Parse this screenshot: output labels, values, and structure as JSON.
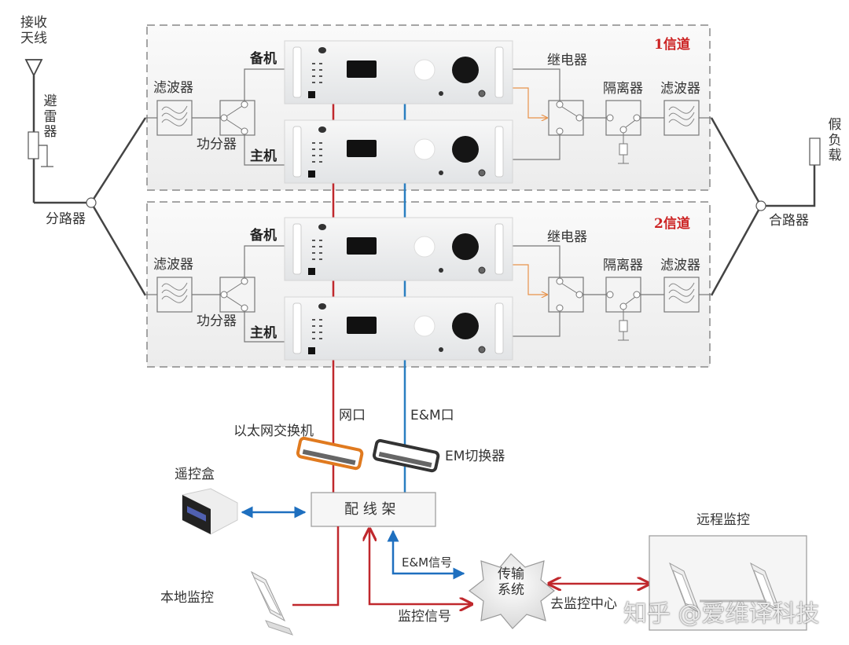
{
  "labels": {
    "receive_antenna": "接收天线",
    "lightning_arrester": "避雷器",
    "splitter": "分路器",
    "combiner": "合路器",
    "dummy_load": "假负载",
    "filter": "滤波器",
    "power_divider": "功分器",
    "backup_unit": "备机",
    "main_unit": "主机",
    "relay": "继电器",
    "isolator": "隔离器",
    "channel_1": "1信道",
    "channel_2": "2信道",
    "network_port": "网口",
    "em_port": "E&M口",
    "ethernet_switch": "以太网交换机",
    "em_switch": "EM切换器",
    "remote_box": "遥控盒",
    "distribution_frame": "配 线 架",
    "local_monitor": "本地监控",
    "em_signal": "E&M信号",
    "monitor_signal": "监控信号",
    "transmission_system": "传输系统",
    "to_monitor_center": "去监控中心",
    "remote_monitor": "远程监控",
    "watermark": "知乎 @爱维译科技"
  },
  "colors": {
    "network_line": "#c0282d",
    "em_line": "#2a7fc1",
    "channel_label": "#cc2222",
    "relay_control": "#e8924a",
    "switch_border_orange": "#e07a1f",
    "switch_border_dark": "#333333",
    "arrow_blue": "#1e6fbf"
  }
}
